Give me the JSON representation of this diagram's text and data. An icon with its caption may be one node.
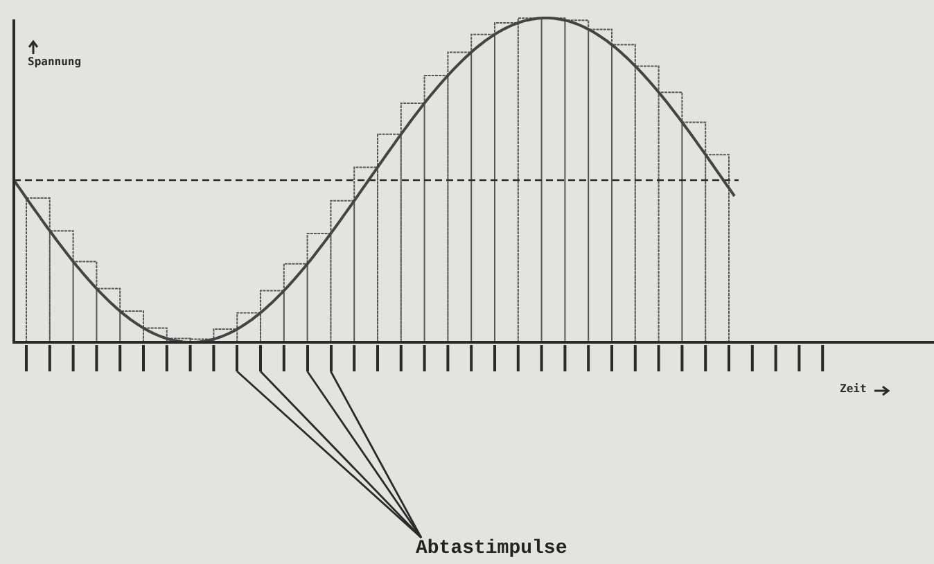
{
  "diagram": {
    "nodes": [
      {
        "text": [
          "Abtastimpulse"
        ]
      },
      {
        "text": [],
        "shape": "bar"
      },
      {
        "text": [],
        "shape": "bar"
      },
      {
        "text": [],
        "shape": "bar"
      },
      {
        "text": [],
        "shape": "bar"
      }
    ],
    "edges": [
      {
        "from": 0,
        "to": 1,
        "arrow": "none"
      },
      {
        "from": 0,
        "to": 2,
        "arrow": "none"
      },
      {
        "from": 0,
        "to": 3,
        "arrow": "none"
      },
      {
        "from": 0,
        "to": 4,
        "arrow": "none"
      }
    ],
    "labels": [
      "Spannung",
      "Zeit"
    ]
  }
}
